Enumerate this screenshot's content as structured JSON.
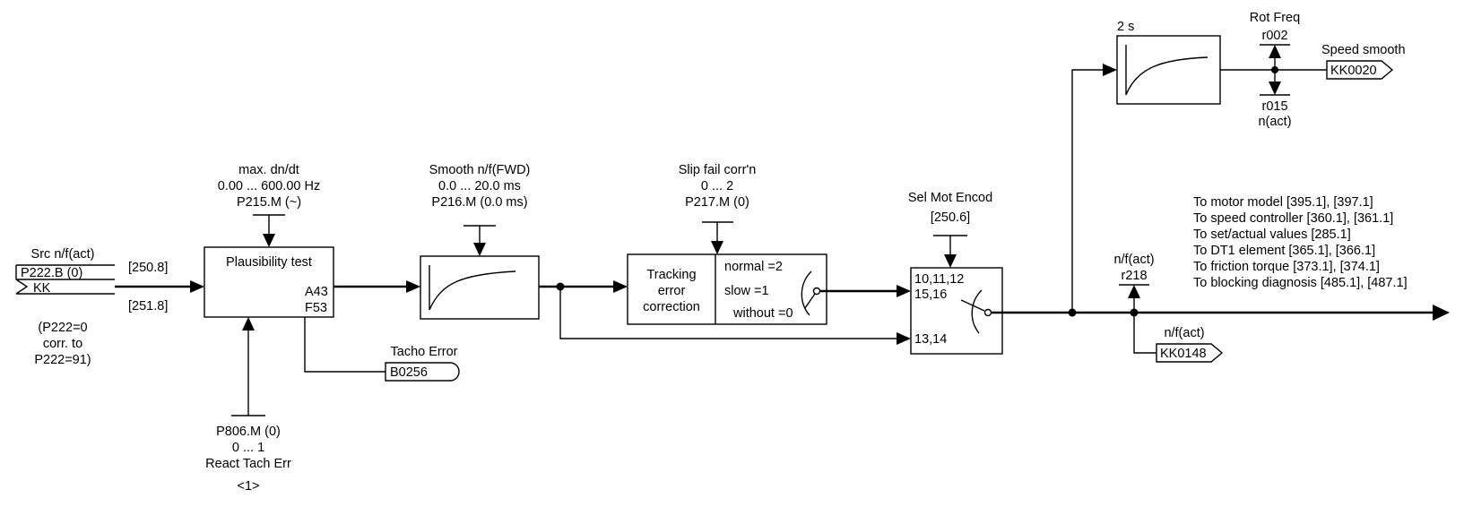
{
  "src": {
    "title": "Src n/f(act)",
    "param": "P222.B (0)",
    "kk": "KK",
    "conn1": "[250.8]",
    "conn2": "[251.8]",
    "note1": "(P222=0",
    "note2": "corr. to",
    "note3": "P222=91)"
  },
  "plausibility": {
    "title": "Plausibility test",
    "alarm": "A43",
    "fault": "F53",
    "param_name": "max. dn/dt",
    "range": "0.00 ... 600.00 Hz",
    "param": "P215.M (~)"
  },
  "react": {
    "param": "P806.M (0)",
    "range": "0 ... 1",
    "name": "React Tach Err",
    "footnote": "<1>"
  },
  "tacho": {
    "label": "Tacho Error",
    "connector": "B0256"
  },
  "smooth": {
    "name": "Smooth n/f(FWD)",
    "range": "0.0 ... 20.0 ms",
    "param": "P216.M (0.0 ms)"
  },
  "tracking": {
    "line1": "Tracking",
    "line2": "error",
    "line3": "correction",
    "opt_normal": "normal =2",
    "opt_slow": "slow =1",
    "opt_without": "without =0",
    "name": "Slip fail corr'n",
    "range": "0 ... 2",
    "param": "P217.M (0)"
  },
  "selmot": {
    "name": "Sel Mot Encod",
    "ref": "[250.6]",
    "in1": "10,11,12",
    "in2": "15,16",
    "in3": "13,14"
  },
  "pt1": {
    "time": "2 s"
  },
  "rotfreq": {
    "title": "Rot Freq",
    "param_top": "r002",
    "param_bottom": "r015",
    "label_bottom": "n(act)"
  },
  "speed_smooth": {
    "label": "Speed smooth",
    "connector": "KK0020"
  },
  "nact": {
    "label": "n/f(act)",
    "param": "r218",
    "out_label": "n/f(act)",
    "connector": "KK0148"
  },
  "destinations": [
    "To motor model [395.1], [397.1]",
    "To speed controller [360.1], [361.1]",
    "To set/actual values [285.1]",
    "To DT1 element [365.1], [366.1]",
    "To friction torque [373.1], [374.1]",
    "To blocking diagnosis [485.1], [487.1]"
  ]
}
